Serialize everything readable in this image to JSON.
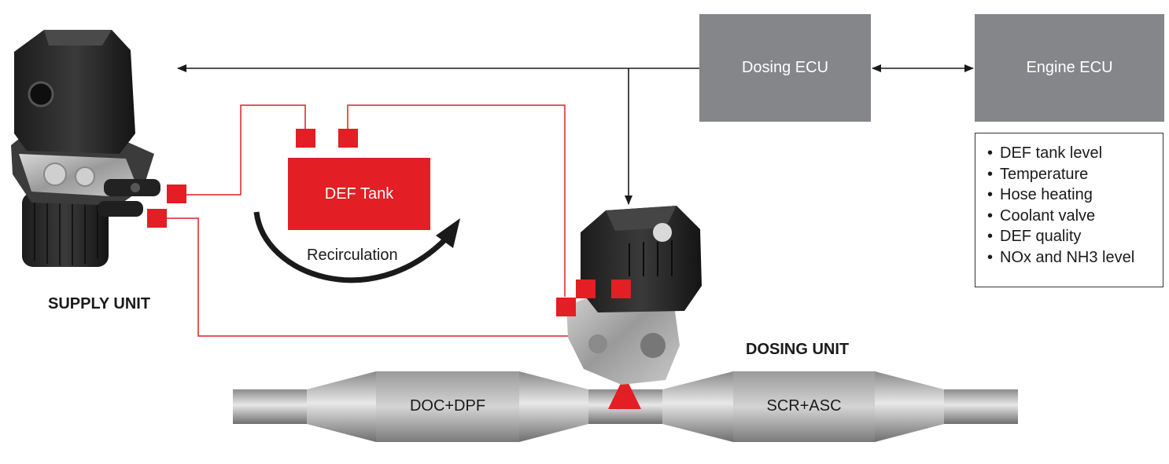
{
  "colors": {
    "ecu_box": "#858689",
    "def_red": "#e31e24",
    "line_dark": "#1a1a1a",
    "pipe_light": "#e6e6e6",
    "pipe_dark": "#7a7a7a"
  },
  "labels": {
    "dosing_ecu": "Dosing ECU",
    "engine_ecu": "Engine ECU",
    "def_tank": "DEF Tank",
    "recirculation": "Recirculation",
    "supply_unit": "SUPPLY UNIT",
    "dosing_unit": "DOSING UNIT",
    "doc_dpf": "DOC+DPF",
    "scr_asc": "SCR+ASC"
  },
  "monitored_items": [
    "DEF tank level",
    "Temperature",
    "Hose heating",
    "Coolant valve",
    "DEF quality",
    "NOx and NH3 level"
  ],
  "bullet_char": "•",
  "icons": {
    "supply_unit": "supply-unit-pump-icon",
    "dosing_unit": "dosing-unit-injector-icon",
    "injection_point": "injection-triangle-icon"
  }
}
